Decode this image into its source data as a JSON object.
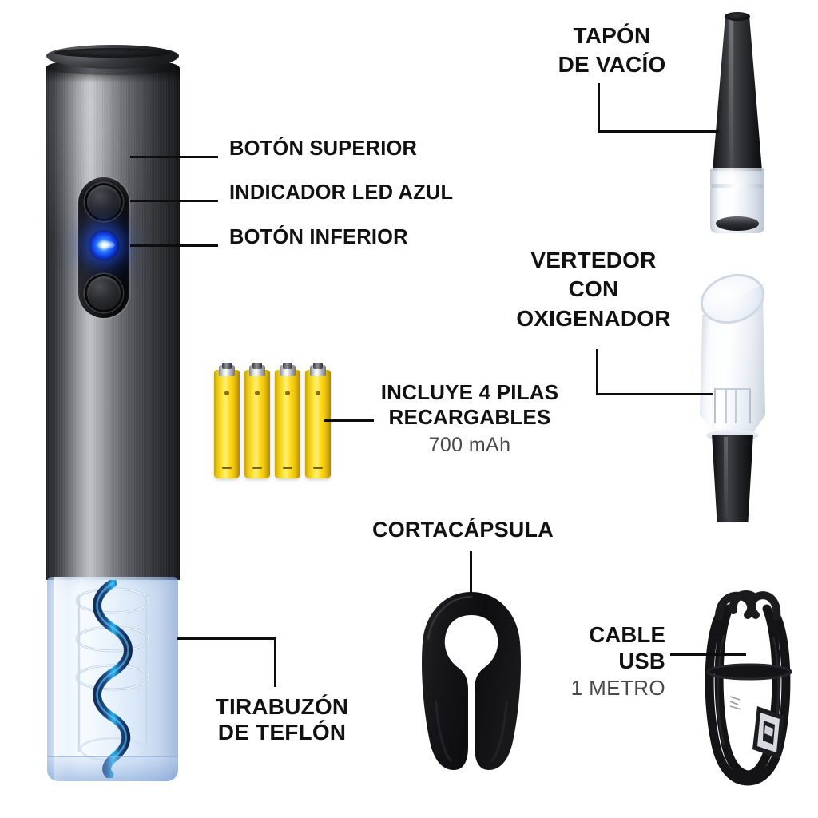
{
  "product": {
    "name": "Sacacorchos eléctrico con accesorios",
    "background_color": "#ffffff",
    "text_color": "#111111",
    "leader_line_color": "#0d0d0d"
  },
  "labels": {
    "boton_superior": "BOTÓN SUPERIOR",
    "indicador_led": "INDICADOR LED AZUL",
    "boton_inferior": "BOTÓN INFERIOR",
    "tirabuzon": "TIRABUZÓN\nDE TEFLÓN",
    "pilas": "INCLUYE 4 PILAS\nRECARGABLES",
    "pilas_capacidad": "700 mAh",
    "tapon": "TAPÓN\nDE VACÍO",
    "vertedor": "VERTEDOR\nCON\nOXIGENADOR",
    "cortacapsula": "CORTACÁPSULA",
    "cable": "CABLE\nUSB",
    "cable_longitud": "1 METRO"
  },
  "parts": {
    "corkscrew": {
      "cap_color": "#1b1c1e",
      "body_color": "#7d7f84",
      "body_highlight": "#c3c5c8",
      "panel_color": "#101012",
      "button_color": "#2a2b2f",
      "led_color": "#0f3ce0",
      "clear_barrel_color": "#dfeaf8",
      "helix_dark": "#1b3d6b",
      "helix_bright": "#29b6f0"
    },
    "batteries": {
      "count": 4,
      "body_color": "#ffe63d",
      "terminal_color": "#e8ebef",
      "capacity": "700 mAh"
    },
    "stopper": {
      "cone_color": "#17181a",
      "clear_color": "#f6f9fc"
    },
    "pourer": {
      "clear_color": "#f7fafd",
      "stem_color": "#17181a"
    },
    "cutter": {
      "color": "#141416"
    },
    "usb_cable": {
      "color": "#111113",
      "connector_color": "#d7dbe0",
      "length": "1 METRO"
    }
  }
}
